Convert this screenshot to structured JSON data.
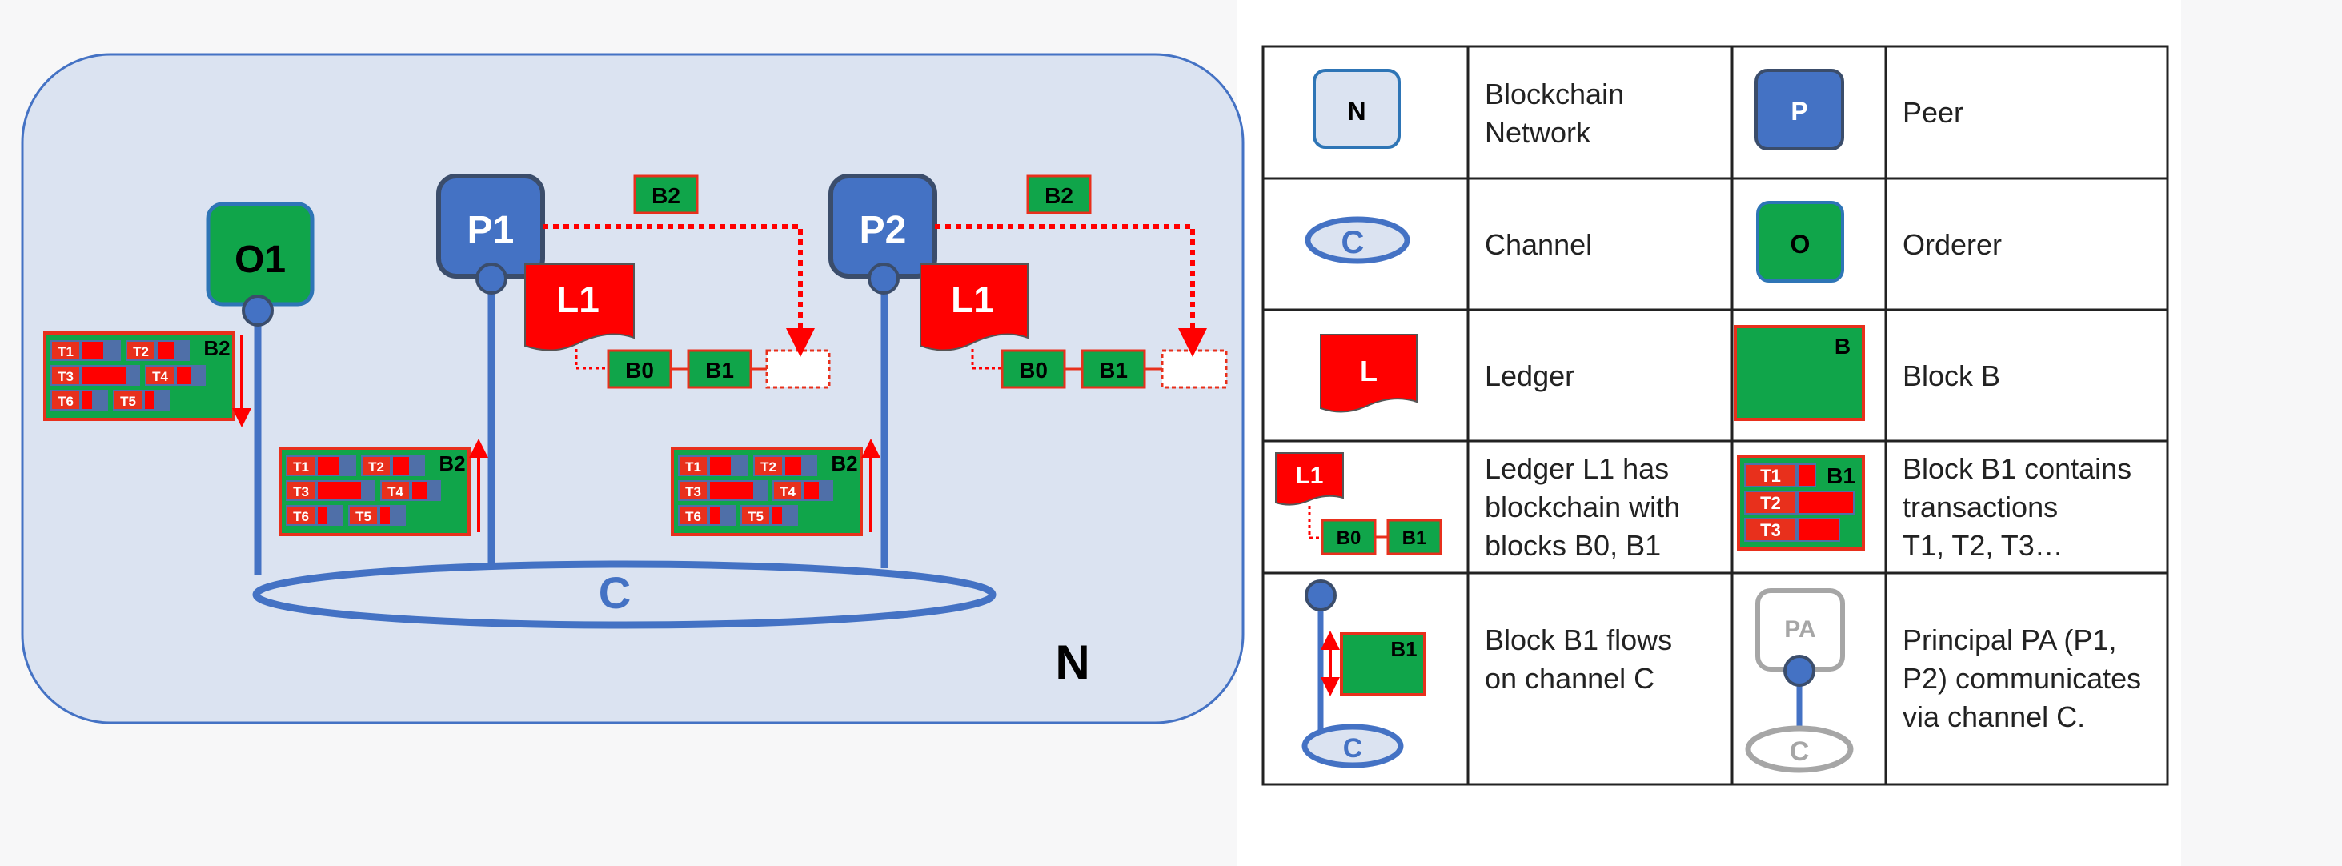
{
  "network": {
    "orderer_label": "O1",
    "peer1_label": "P1",
    "peer2_label": "P2",
    "ledger1_label": "L1",
    "ledger2_label": "L1",
    "channel_label": "C",
    "network_label": "N",
    "pending_block_label_1": "B2",
    "pending_block_label_2": "B2",
    "chain1": [
      "B0",
      "B1"
    ],
    "chain2": [
      "B0",
      "B1"
    ],
    "orderer_block": {
      "label": "B2",
      "rows": [
        [
          "T1",
          "T2"
        ],
        [
          "T3",
          "T4"
        ],
        [
          "T6",
          "T5"
        ]
      ]
    },
    "p1_block": {
      "label": "B2",
      "rows": [
        [
          "T1",
          "T2"
        ],
        [
          "T3",
          "T4"
        ],
        [
          "T6",
          "T5"
        ]
      ]
    },
    "p2_block": {
      "label": "B2",
      "rows": [
        [
          "T1",
          "T2"
        ],
        [
          "T3",
          "T4"
        ],
        [
          "T6",
          "T5"
        ]
      ]
    }
  },
  "legend": {
    "network_icon_label": "N",
    "network_text": [
      "Blockchain",
      "Network"
    ],
    "peer_icon_label": "P",
    "peer_text": "Peer",
    "channel_icon_label": "C",
    "channel_text": "Channel",
    "orderer_icon_label": "O",
    "orderer_text": "Orderer",
    "ledger_icon_label": "L",
    "ledger_text": "Ledger",
    "block_icon_label": "B",
    "block_text": "Block B",
    "ledger_chain_icon": {
      "ledger": "L1",
      "blocks": [
        "B0",
        "B1"
      ]
    },
    "ledger_chain_text": [
      "Ledger L1 has",
      "blockchain with",
      "blocks B0, B1"
    ],
    "block_tx_icon": {
      "label": "B1",
      "rows": [
        "T1",
        "T2",
        "T3"
      ]
    },
    "block_tx_text": [
      "Block B1 contains",
      "transactions",
      "T1, T2, T3…"
    ],
    "flow_icon": {
      "block": "B1",
      "channel": "C"
    },
    "flow_text": [
      "Block B1 flows",
      "on channel C"
    ],
    "principal_icon": {
      "label": "PA",
      "channel": "C"
    },
    "principal_text": [
      "Principal PA (P1,",
      "P2) communicates",
      "via channel C."
    ]
  },
  "colors": {
    "network_fill": "#dbe3f1",
    "network_stroke": "#4472c4",
    "peer_fill": "#4472c4",
    "peer_stroke": "#3b4d6b",
    "orderer_fill": "#10a54a",
    "orderer_stroke": "#2e75b6",
    "ledger_red": "#ff0000",
    "block_green": "#10a54a",
    "block_border": "#e8301c",
    "tx_grey_blue": "#4f6fa8",
    "gray": "#a6a6a6"
  }
}
